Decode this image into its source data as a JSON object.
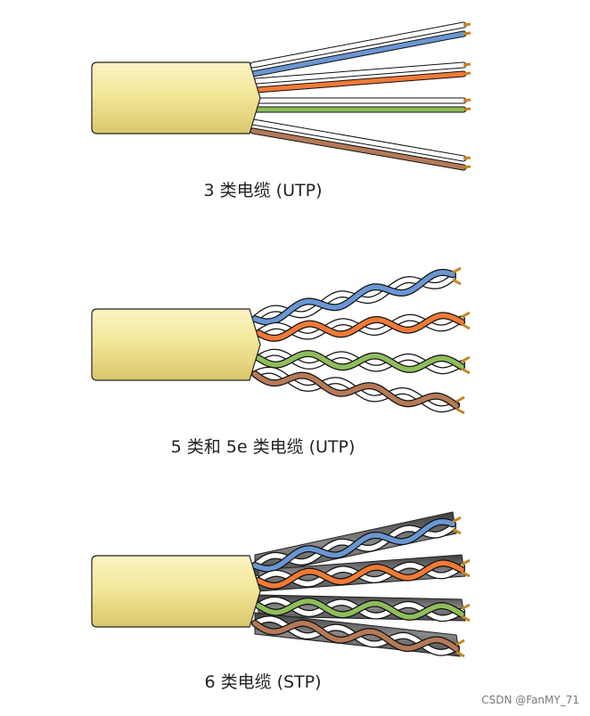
{
  "captions": {
    "cat3": "3 类电缆 (UTP)",
    "cat5": "5 类和 5e 类电缆 (UTP)",
    "cat6": "6 类电缆 (STP)"
  },
  "watermark": "CSDN @FanMY_71",
  "colors": {
    "jacket": "#f3e79a",
    "jacket_shadow": "#cdbb5e",
    "blue": "#6a97d3",
    "orange": "#f07a36",
    "green": "#8fbd5c",
    "brown": "#b57a57",
    "white_wire": "#ffffff",
    "shield": "#5a5a5a",
    "copper": "#c9831f"
  },
  "cables": [
    {
      "id": "cat3",
      "type": "straight-pairs",
      "pairs": [
        "blue",
        "orange",
        "green",
        "brown"
      ]
    },
    {
      "id": "cat5",
      "type": "twisted-pairs",
      "pairs": [
        "blue",
        "orange",
        "green",
        "brown"
      ]
    },
    {
      "id": "cat6",
      "type": "twisted-pairs-with-foil-shield",
      "pairs": [
        "blue",
        "orange",
        "green",
        "brown"
      ]
    }
  ]
}
